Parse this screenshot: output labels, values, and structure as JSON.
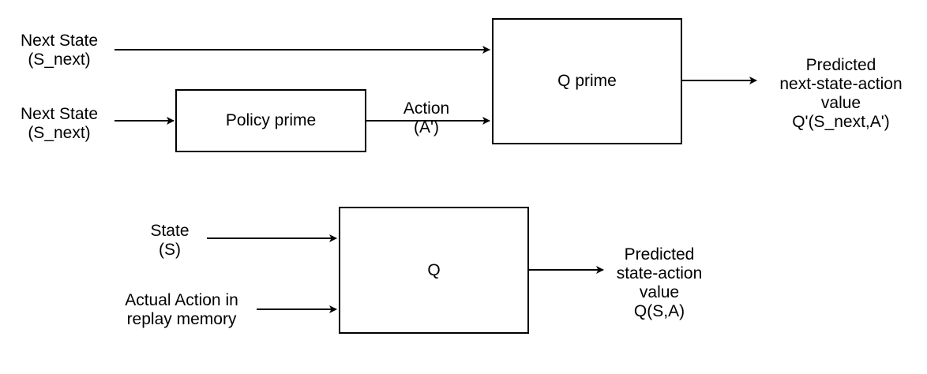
{
  "diagram": {
    "boxes": {
      "q_prime": "Q prime",
      "policy_prime": "Policy prime",
      "q": "Q"
    },
    "labels": {
      "next_state_top": [
        "Next State",
        "(S_next)"
      ],
      "next_state_mid": [
        "Next State",
        "(S_next)"
      ],
      "action": [
        "Action",
        "(A')"
      ],
      "predicted_next": [
        "Predicted",
        "next-state-action",
        "value",
        "Q'(S_next,A')"
      ],
      "state": [
        "State",
        "(S)"
      ],
      "actual_action": [
        "Actual Action in",
        "replay memory"
      ],
      "predicted_state": [
        "Predicted",
        "state-action",
        "value",
        "Q(S,A)"
      ]
    }
  }
}
